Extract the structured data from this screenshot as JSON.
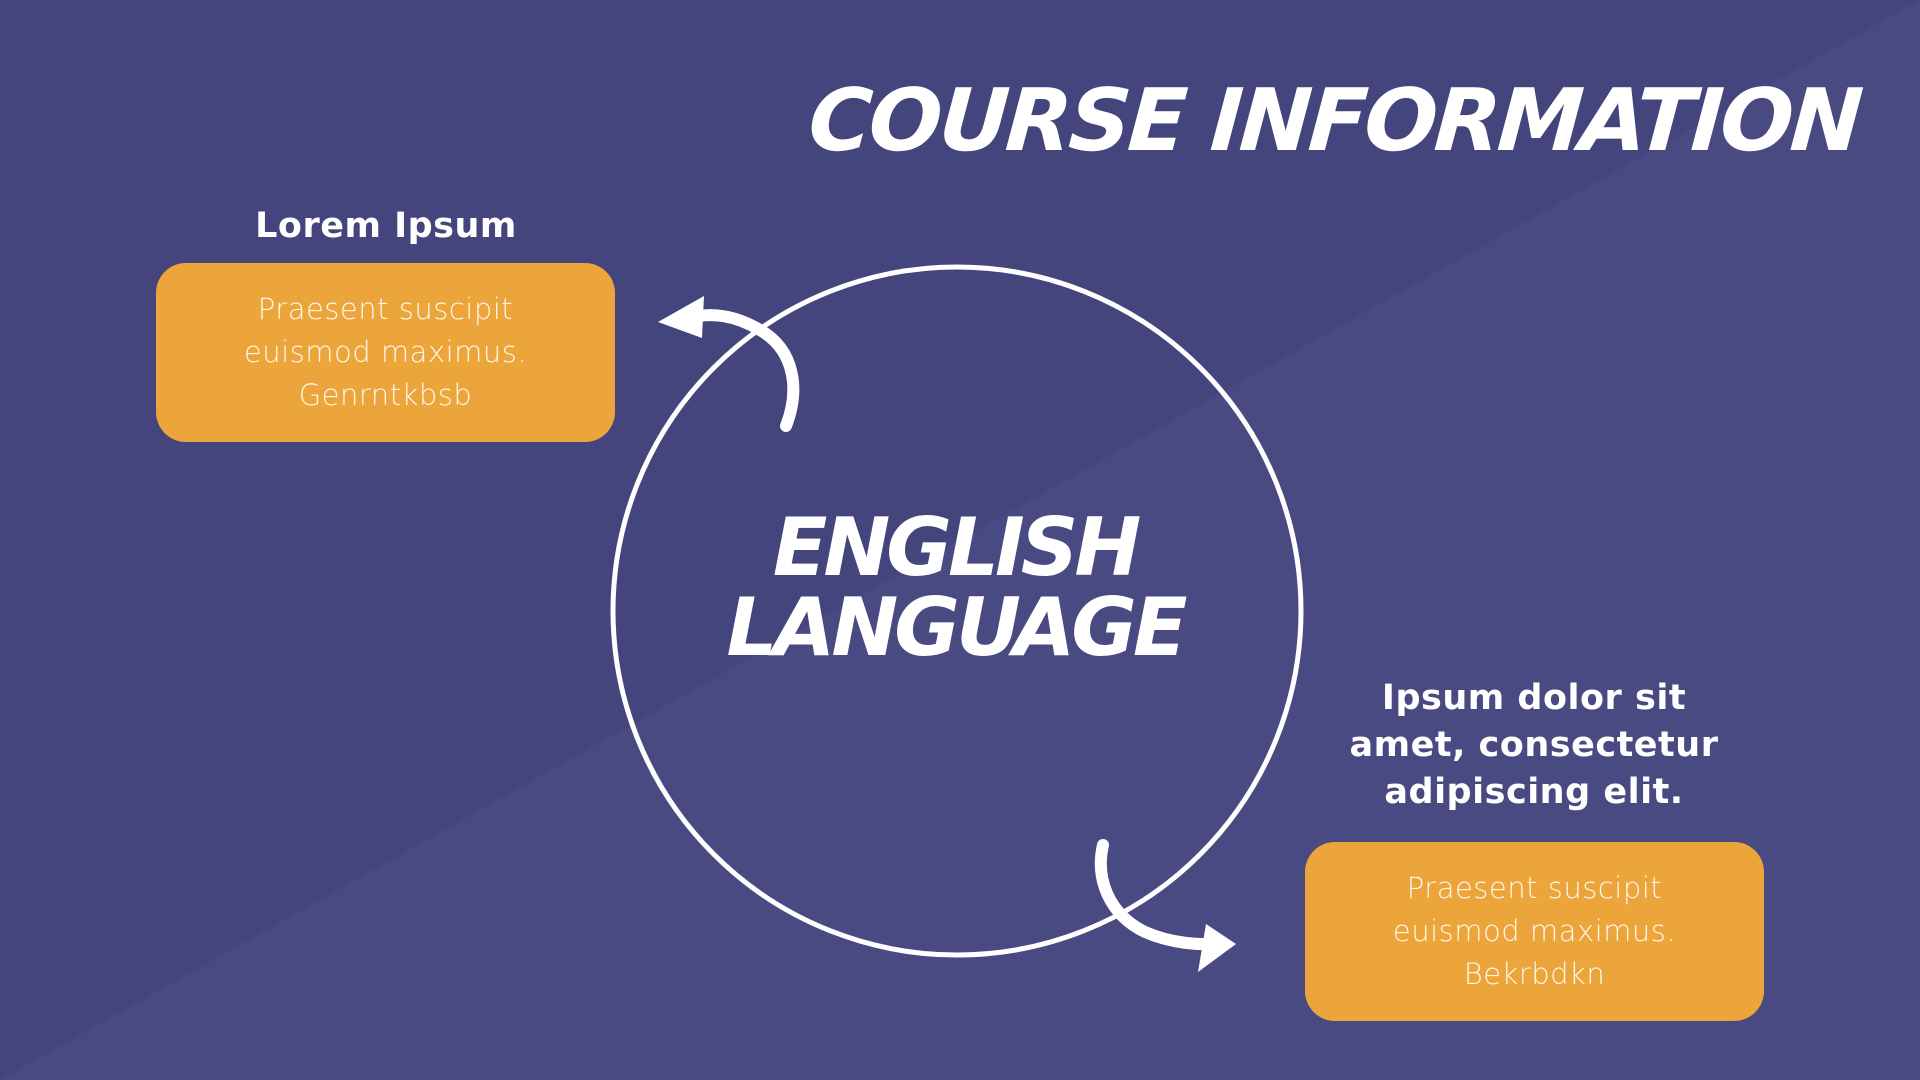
{
  "slide": {
    "title": "COURSE INFORMATION",
    "center": {
      "line1": "ENGLISH",
      "line2": "LANGUAGE"
    },
    "left_item": {
      "heading": "Lorem Ipsum",
      "body_lines": [
        "Praesent suscipit",
        "euismod maximus.",
        "Genrntkbsb"
      ]
    },
    "right_item": {
      "heading_lines": [
        "Ipsum dolor sit",
        "amet, consectetur",
        "adipiscing elit."
      ],
      "body_lines": [
        "Praesent suscipit",
        "euismod maximus.",
        "Bekrbdkn"
      ]
    }
  },
  "icons": {
    "left_arrow": "curved-arrow-up-left-icon",
    "right_arrow": "curved-arrow-down-right-icon",
    "cycle": "circle-outline"
  },
  "colors": {
    "background_dark": "#43457c",
    "background_light": "#4a4a82",
    "accent_orange": "#eca53b",
    "text_white": "#ffffff"
  }
}
